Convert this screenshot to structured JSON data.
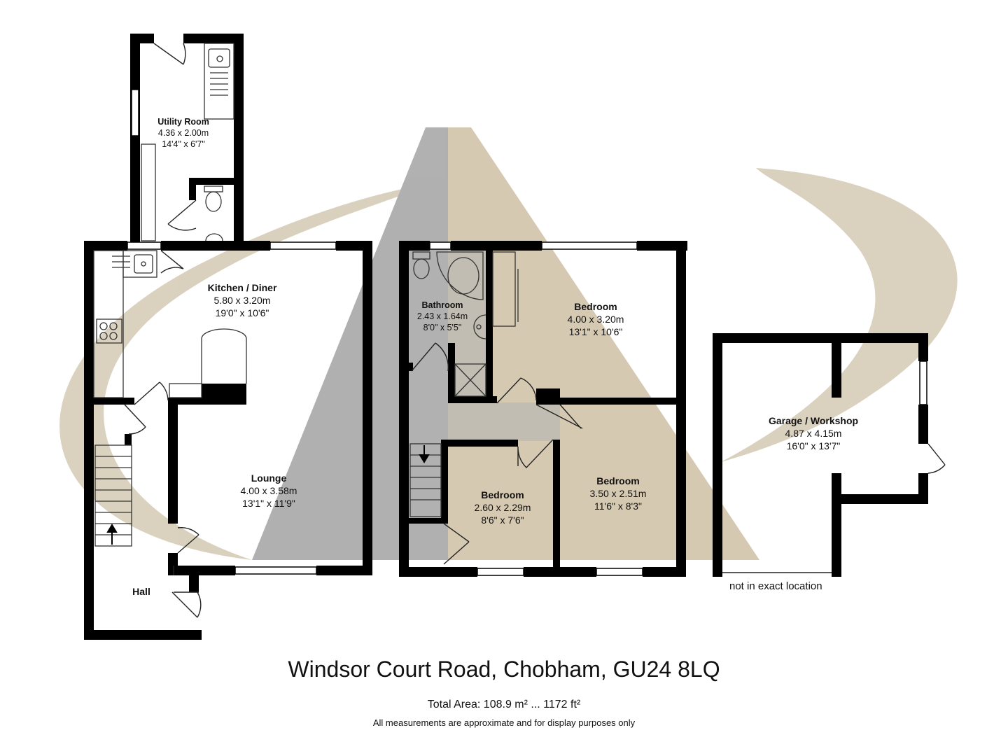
{
  "rooms": {
    "utility": {
      "name": "Utility Room",
      "metric": "4.36 x 2.00m",
      "imperial": "14'4\" x 6'7\""
    },
    "kitchen": {
      "name": "Kitchen / Diner",
      "metric": "5.80 x 3.20m",
      "imperial": "19'0\" x 10'6\""
    },
    "lounge": {
      "name": "Lounge",
      "metric": "4.00 x 3.58m",
      "imperial": "13'1\" x 11'9\""
    },
    "hall": {
      "name": "Hall"
    },
    "bathroom": {
      "name": "Bathroom",
      "metric": "2.43 x 1.64m",
      "imperial": "8'0\" x 5'5\""
    },
    "bedroom1": {
      "name": "Bedroom",
      "metric": "4.00 x 3.20m",
      "imperial": "13'1\" x 10'6\""
    },
    "bedroom2": {
      "name": "Bedroom",
      "metric": "2.60 x 2.29m",
      "imperial": "8'6\" x 7'6\""
    },
    "bedroom3": {
      "name": "Bedroom",
      "metric": "3.50 x 2.51m",
      "imperial": "11'6\" x 8'3\""
    },
    "garage": {
      "name": "Garage / Workshop",
      "metric": "4.87 x 4.15m",
      "imperial": "16'0\" x 13'7\""
    }
  },
  "garage_note": "not in exact location",
  "address": "Windsor Court Road, Chobham, GU24 8LQ",
  "total_area": "Total Area: 108.9 m² ... 1172 ft²",
  "disclaimer": "All measurements are approximate and for display purposes only",
  "colors": {
    "wall": "#000000",
    "watermark_grey": "#a8a8a8",
    "watermark_tan": "#c9b89a",
    "landing": "#b3b3b3"
  }
}
